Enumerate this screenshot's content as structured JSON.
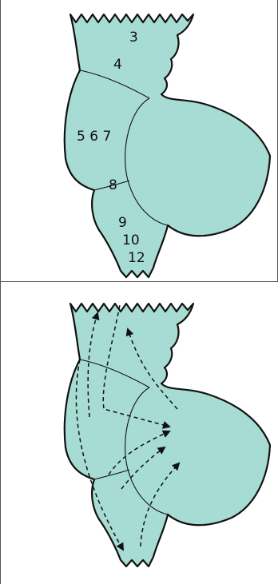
{
  "colors": {
    "tissue_fill": "#a6dcd3",
    "outline": "#111111",
    "frame": "#555555",
    "background": "#ffffff"
  },
  "top_panel": {
    "labels": [
      "3",
      "4",
      "5 6 7",
      "8",
      "9",
      "10",
      "12"
    ]
  },
  "bottom_panel": {
    "arrow_style": "dashed-arrows",
    "arrow_count": 7
  }
}
